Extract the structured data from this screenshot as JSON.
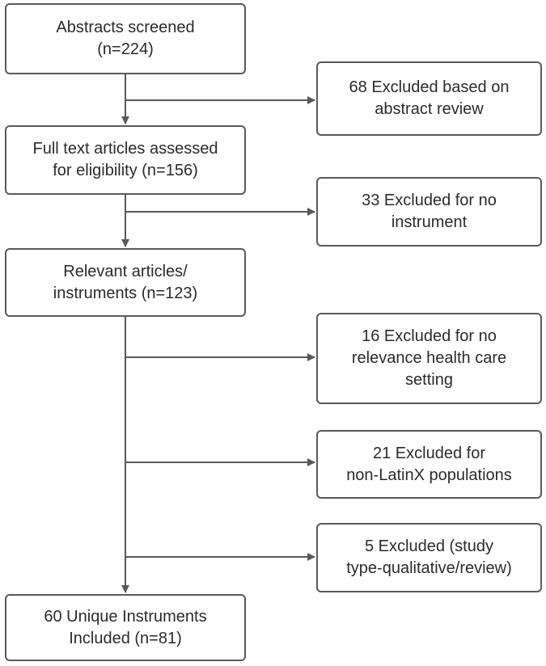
{
  "flowchart": {
    "main_steps": [
      {
        "lines": [
          "Abstracts screened",
          "(n=224)"
        ]
      },
      {
        "lines": [
          "Full text articles assessed",
          "for eligibility (n=156)"
        ]
      },
      {
        "lines": [
          "Relevant articles/",
          "instruments (n=123)"
        ]
      },
      {
        "lines": [
          "60 Unique Instruments",
          "Included (n=81)"
        ]
      }
    ],
    "exclusions": [
      {
        "lines": [
          "68 Excluded based on",
          "abstract review"
        ]
      },
      {
        "lines": [
          "33 Excluded for no",
          "instrument"
        ]
      },
      {
        "lines": [
          "16 Excluded for no",
          "relevance health care",
          "setting"
        ]
      },
      {
        "lines": [
          "21 Excluded for",
          "non-LatinX populations"
        ]
      },
      {
        "lines": [
          "5 Excluded (study",
          "type-qualitative/review)"
        ]
      }
    ],
    "colors": {
      "line": "#595959",
      "border": "#5a5a5a",
      "text": "#2b2b2b"
    }
  }
}
